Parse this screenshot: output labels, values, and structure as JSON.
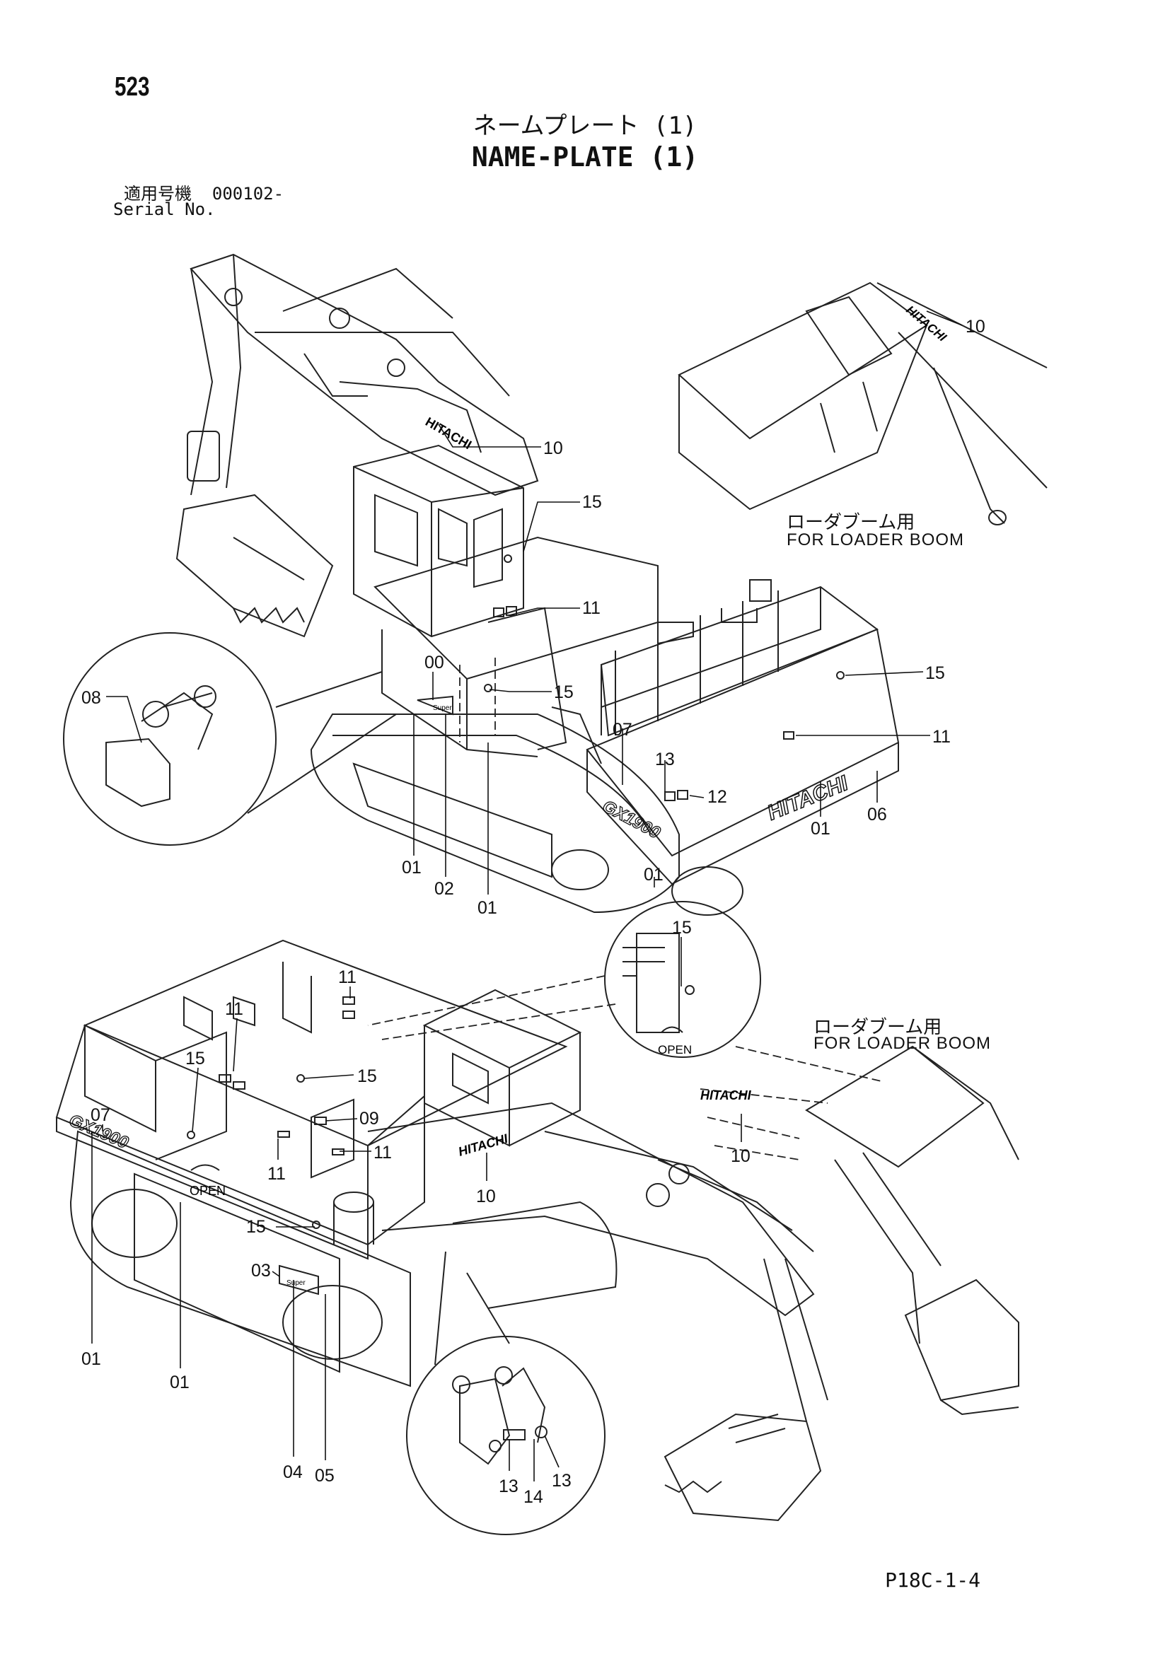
{
  "page": {
    "number": "523",
    "title_jp": "ネームプレート (1)",
    "title_en": "NAME-PLATE (1)",
    "serial_label_jp": "適用号機",
    "serial_value": "000102-",
    "serial_label_en": "Serial No.",
    "drawing_code": "P18C-1-4"
  },
  "annotations": {
    "loader_boom_jp": "ローダブーム用",
    "loader_boom_en": "FOR LOADER BOOM",
    "open": "OPEN",
    "brand": "HITACHI",
    "model": "GX1900",
    "super": "Super"
  },
  "top_view_callouts": [
    "10",
    "10",
    "15",
    "11",
    "15",
    "15",
    "11",
    "00",
    "07",
    "13",
    "12",
    "08",
    "01",
    "02",
    "01",
    "01",
    "06",
    "01"
  ],
  "bottom_view_callouts": [
    "15",
    "11",
    "11",
    "15",
    "15",
    "07",
    "09",
    "11",
    "11",
    "10",
    "15",
    "03",
    "01",
    "01",
    "04",
    "05",
    "13",
    "14",
    "13",
    "10"
  ]
}
